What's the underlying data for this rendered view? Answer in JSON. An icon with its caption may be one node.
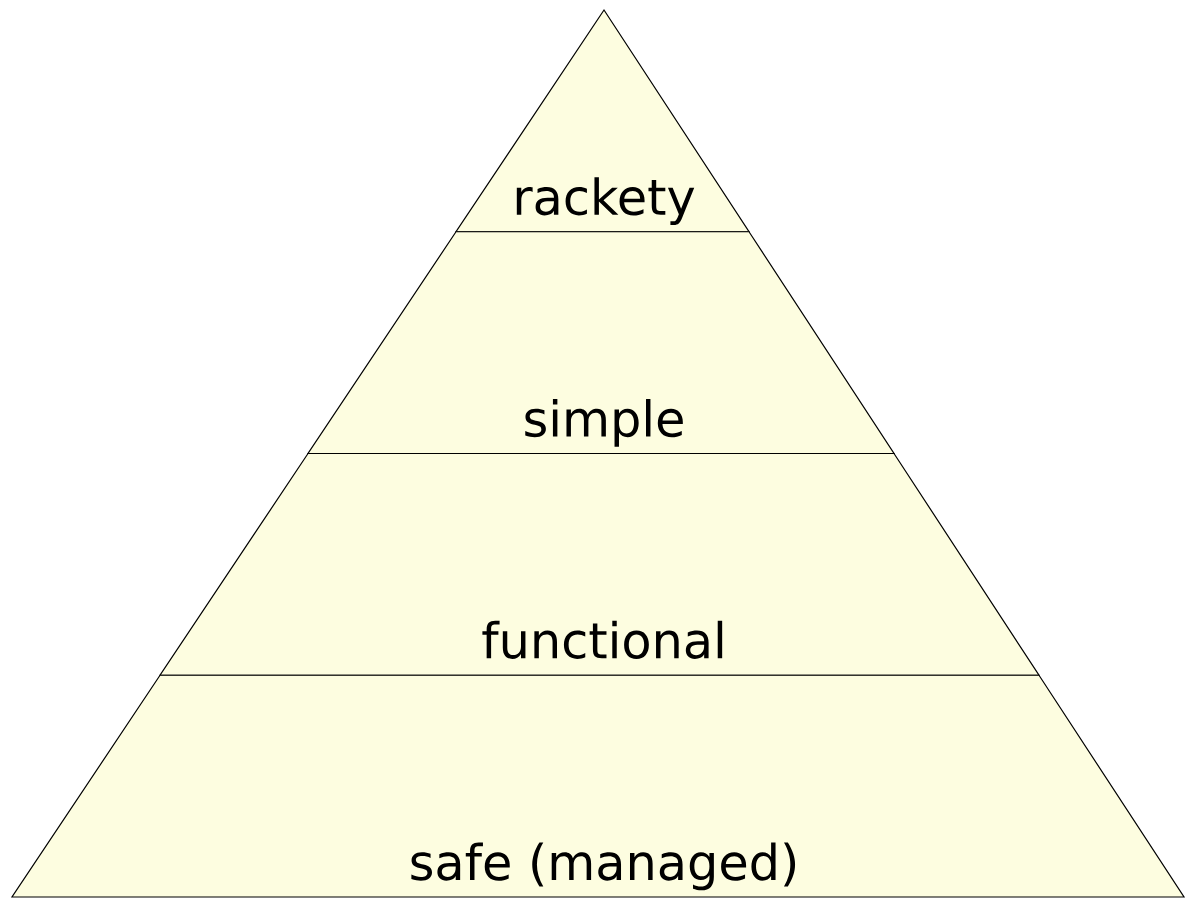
{
  "diagram": {
    "nodes": [
      {
        "text": [
          "rackety"
        ]
      },
      {
        "text": [
          "simple"
        ]
      },
      {
        "text": [
          "functional"
        ]
      },
      {
        "text": [
          "safe (managed)"
        ]
      }
    ]
  }
}
